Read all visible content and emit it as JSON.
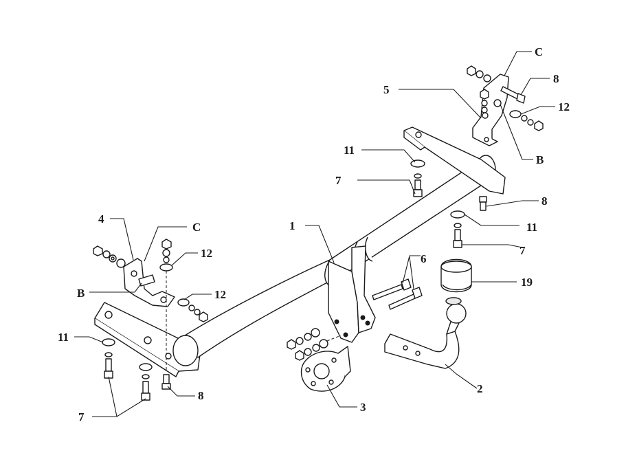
{
  "callouts": {
    "c1": "1",
    "c2": "2",
    "c3": "3",
    "c4": "4",
    "c5": "5",
    "c6": "6",
    "c7a": "7",
    "c7b": "7",
    "c7c": "7",
    "c8a": "8",
    "c8b": "8",
    "c8c": "8",
    "c11a": "11",
    "c11b": "11",
    "c11c": "11",
    "c12a": "12",
    "c12b": "12",
    "c12c": "12",
    "c19": "19",
    "cCa": "C",
    "cCb": "C",
    "cBa": "B",
    "cBb": "B"
  }
}
